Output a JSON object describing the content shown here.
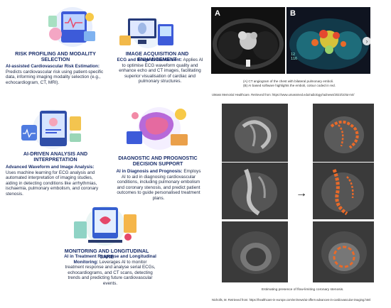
{
  "cards": [
    {
      "title": "RISK PROFILING AND MODALITY SELECTION",
      "subtitle": "AI-assisted Cardiovascular Risk Estimation:",
      "text": " Predicts cardiovascular risk using patient-specific data, informing imaging modality selection (e.g., echocardiogram, CT, MRI)."
    },
    {
      "title": "IMAGE ACQUISITION AND ENHANCEMENT",
      "subtitle": "ECG and Image Enhancement:",
      "text": " Applies AI to optimise ECG waveform quality and enhance echo and CT images, facilitating superior visualisation of cardiac and pulmonary structures."
    },
    {
      "title": "AI-DRIVEN ANALYSIS AND INTERPRETATION",
      "subtitle": "Advanced Waveform and Image Analysis:",
      "text": " Uses machine learning for ECG analysis and automated interpretation of imaging studies, aiding in detecting conditions like arrhythmias, ischaemia, pulmonary embolism, and coronary stenosis."
    },
    {
      "title": "DIAGNOSTIC AND PROGNOSTIC DECISION SUPPORT",
      "subtitle": "AI in Diagnosis and Prognosis:",
      "text": " Employs AI to aid in diagnosing cardiovascular conditions, including pulmonary embolism and coronary stenosis, and predict patient outcomes to guide personalised treatment plans."
    },
    {
      "title": "MONITORING AND LONGITUDINAL CARE",
      "subtitle": "AI in Treatment Response and Longitudinal Monitoring:",
      "text": " Leverages AI to monitor treatment response and analyse serial ECGs, echocardiograms, and CT scans, detecting trends and predicting future cardiovascular events."
    }
  ],
  "right": {
    "panel_a_label": "A",
    "panel_b_label": "B",
    "overlay_line1": "12",
    "overlay_line2": "116",
    "caption_a": "(A) CT angiogram of the chest with bilateral pulmonary emboli.",
    "caption_b": "(B) AI based software highlights the emboli, colour coded in red.",
    "source1": "UMass Memorial Healthcare. Retrieved from: https://www.umassmed.edu/radiology/radnews/2023/10/ai-mri/",
    "stenosis_caption": "Estimating presence of flow-limiting coronary stenosis.",
    "source2": "Nicholls, M. Retrieved from: https://healthcare-in-europe.com/en/news/ai-offers-advances-in-cardiovascular-imaging.html",
    "arrow": "→"
  },
  "colors": {
    "title_navy": "#1b2f6b",
    "highlight_orange": "#e86a2a"
  }
}
